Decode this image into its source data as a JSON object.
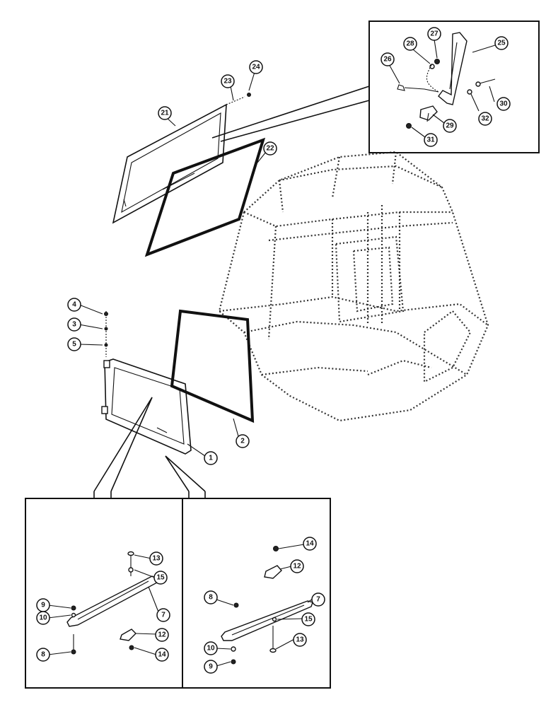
{
  "callouts": {
    "c1": "1",
    "c2": "2",
    "c3": "3",
    "c4": "4",
    "c5": "5",
    "c21": "21",
    "c22": "22",
    "c23": "23",
    "c24": "24",
    "c25": "25",
    "c26": "26",
    "c27": "27",
    "c28": "28",
    "c29": "29",
    "c30": "30",
    "c31": "31",
    "c32": "32",
    "l_c9": "9",
    "l_c10": "10",
    "l_c8": "8",
    "l_c13": "13",
    "l_c15": "15",
    "l_c7": "7",
    "l_c12": "12",
    "l_c14": "14",
    "r_c14": "14",
    "r_c12": "12",
    "r_c8": "8",
    "r_c7": "7",
    "r_c15": "15",
    "r_c13": "13",
    "r_c10": "10",
    "r_c9": "9"
  }
}
